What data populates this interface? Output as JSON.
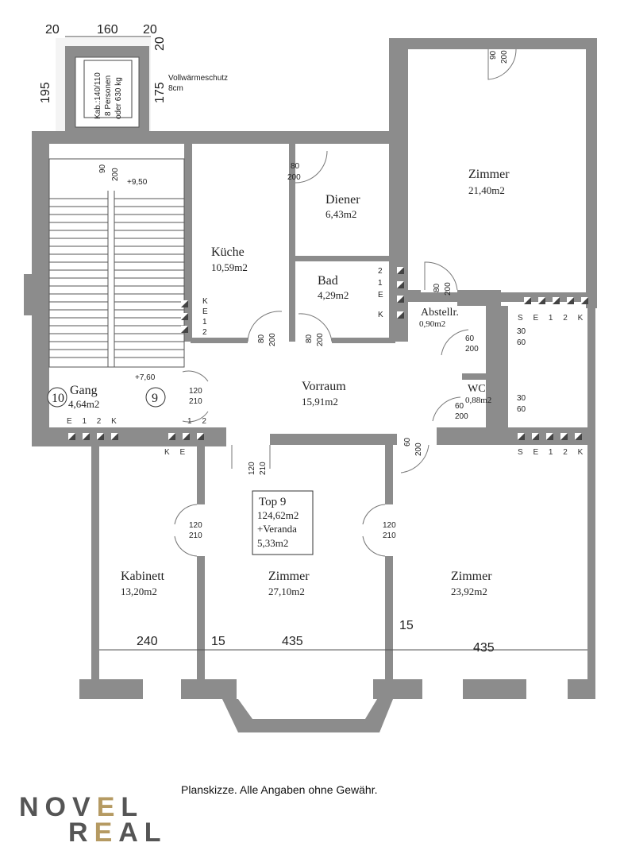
{
  "elevator": {
    "dims_top": [
      "20",
      "160",
      "20"
    ],
    "dim_right_top": "20",
    "dim_left": "195",
    "dim_right": "175",
    "cabin_lines": [
      "Kab.:140/110",
      "8 Personen",
      "oder 630 kg"
    ],
    "insulation": [
      "Vollwärmeschutz",
      "8cm"
    ]
  },
  "levels": {
    "upper": "+9,50",
    "gang": "+7,60"
  },
  "rooms": {
    "zimmer_top": {
      "name": "Zimmer",
      "area": "21,40m2"
    },
    "diener": {
      "name": "Diener",
      "area": "6,43m2"
    },
    "kueche": {
      "name": "Küche",
      "area": "10,59m2"
    },
    "bad": {
      "name": "Bad",
      "area": "4,29m2"
    },
    "abstellr": {
      "name": "Abstellr.",
      "area": "0,90m2"
    },
    "wc": {
      "name": "WC",
      "area": "0,88m2"
    },
    "vorraum": {
      "name": "Vorraum",
      "area": "15,91m2"
    },
    "gang": {
      "name": "Gang",
      "area": "4,64m2"
    },
    "kabinett": {
      "name": "Kabinett",
      "area": "13,20m2"
    },
    "zimmer_mid": {
      "name": "Zimmer",
      "area": "27,10m2"
    },
    "zimmer_right": {
      "name": "Zimmer",
      "area": "23,92m2"
    }
  },
  "top_box": [
    "Top 9",
    "124,62m2",
    "+Veranda",
    "5,33m2"
  ],
  "stair_numbers": [
    "10",
    "9"
  ],
  "doors": {
    "zimmer_top": [
      "90",
      "200"
    ],
    "stair": [
      "90",
      "200"
    ],
    "diener": [
      "80",
      "200"
    ],
    "kueche": [
      "80",
      "200"
    ],
    "bad": [
      "80",
      "200"
    ],
    "abstellr": [
      "80",
      "200"
    ],
    "abstellr_inner": [
      "60",
      "200"
    ],
    "wc": [
      "60",
      "200"
    ],
    "vent1": [
      "30",
      "60"
    ],
    "vent2": [
      "30",
      "60"
    ],
    "corridor": [
      "60",
      "200"
    ],
    "gang": [
      "120",
      "210"
    ],
    "vorraum_bottom": [
      "120",
      "210"
    ],
    "kabinett": [
      "120",
      "210"
    ],
    "zimmer_right": [
      "120",
      "210"
    ]
  },
  "chimney_labels": {
    "kueche": [
      "K",
      "E",
      "1",
      "2"
    ],
    "bad": [
      "2",
      "1",
      "E",
      "K"
    ],
    "right_top": "S E 1 2 K",
    "right_bottom": "S E 1 2 K",
    "gang_left": "E 1 2 K",
    "gang_right": "1 2",
    "kabinett": "K E"
  },
  "bottom_dims": [
    "240",
    "15",
    "435",
    "15",
    "435"
  ],
  "footer_note": "Planskizze. Alle Angaben ohne Gewähr.",
  "logo": {
    "line1": "NOVEL",
    "line2": "REAL",
    "gold": "#b59a62",
    "gray": "#555555"
  }
}
